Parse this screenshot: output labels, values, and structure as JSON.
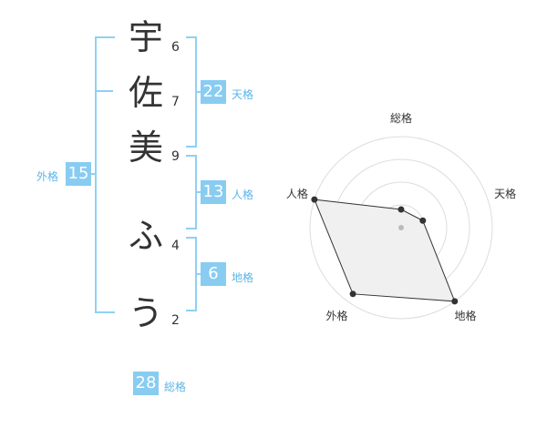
{
  "name": {
    "chars": [
      {
        "char": "宇",
        "strokes": "6"
      },
      {
        "char": "佐",
        "strokes": "7"
      },
      {
        "char": "美",
        "strokes": "9"
      },
      {
        "char": "ふ",
        "strokes": "4"
      },
      {
        "char": "う",
        "strokes": "2"
      }
    ]
  },
  "scores": {
    "tenkaku": {
      "value": "22",
      "label": "天格"
    },
    "jinkaku": {
      "value": "13",
      "label": "人格"
    },
    "chikaku": {
      "value": "6",
      "label": "地格"
    },
    "gaikaku": {
      "value": "15",
      "label": "外格"
    },
    "soukaku": {
      "value": "28",
      "label": "総格"
    }
  },
  "chart_data": {
    "type": "radar",
    "axes": [
      "総格",
      "天格",
      "地格",
      "外格",
      "人格"
    ],
    "values": [
      0.2,
      0.25,
      1.0,
      0.9,
      1.0
    ],
    "range": [
      0,
      1
    ],
    "rings": 4,
    "colors": {
      "ring": "#dddddd",
      "fill": "#f0f0f0",
      "line": "#333333",
      "point": "#333333",
      "center": "#bbbbbb"
    }
  },
  "colors": {
    "accent": "#88ccf1",
    "bracket": "#8fd0f4",
    "label": "#5bb5ea"
  }
}
